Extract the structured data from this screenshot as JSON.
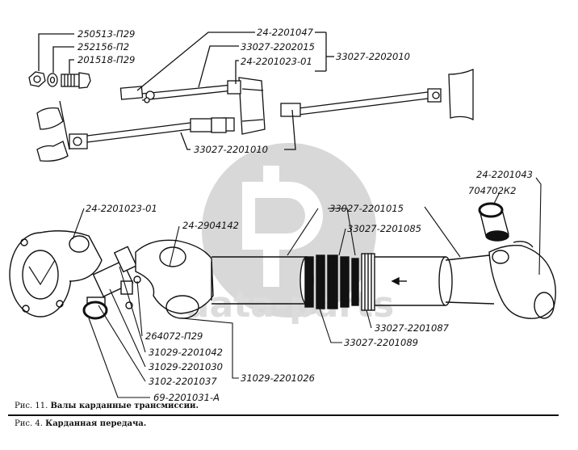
{
  "colors": {
    "ink": "#111111",
    "watermark": "#d4d4d4"
  },
  "watermark": {
    "text": "data-parts"
  },
  "captions": {
    "fig11": {
      "num": "Рис. 11.",
      "title": "Валы карданные трансмиссии."
    },
    "fig4": {
      "num": "Рис. 4.",
      "title": "Карданная передача."
    }
  },
  "labels": {
    "nut": "250513-П29",
    "washer": "252156-П2",
    "bolt": "201518-П29",
    "shaft_top": "24-2201047",
    "shaft_top2": "33027-2202015",
    "flange_top": "24-2201023-01",
    "assembly_top": "33027-2202010",
    "shaft_front": "33027-2201010",
    "flange_main": "24-2201023-01",
    "grease_fitting": "24-2904142",
    "tube": "33027-2201015",
    "spline_seal": "33027-2201085",
    "yoke_right": "24-2201043",
    "bearing_cup": "704702К2",
    "plug": "264072-П29",
    "spider": "31029-2201042",
    "cross_kit": "31029-2201030",
    "snap_ring": "3102-2201037",
    "needle_bearing": "69-2201031-А",
    "front_shaft_assy": "31029-2201026",
    "sleeve": "33027-2201087",
    "boot": "33027-2201089"
  }
}
